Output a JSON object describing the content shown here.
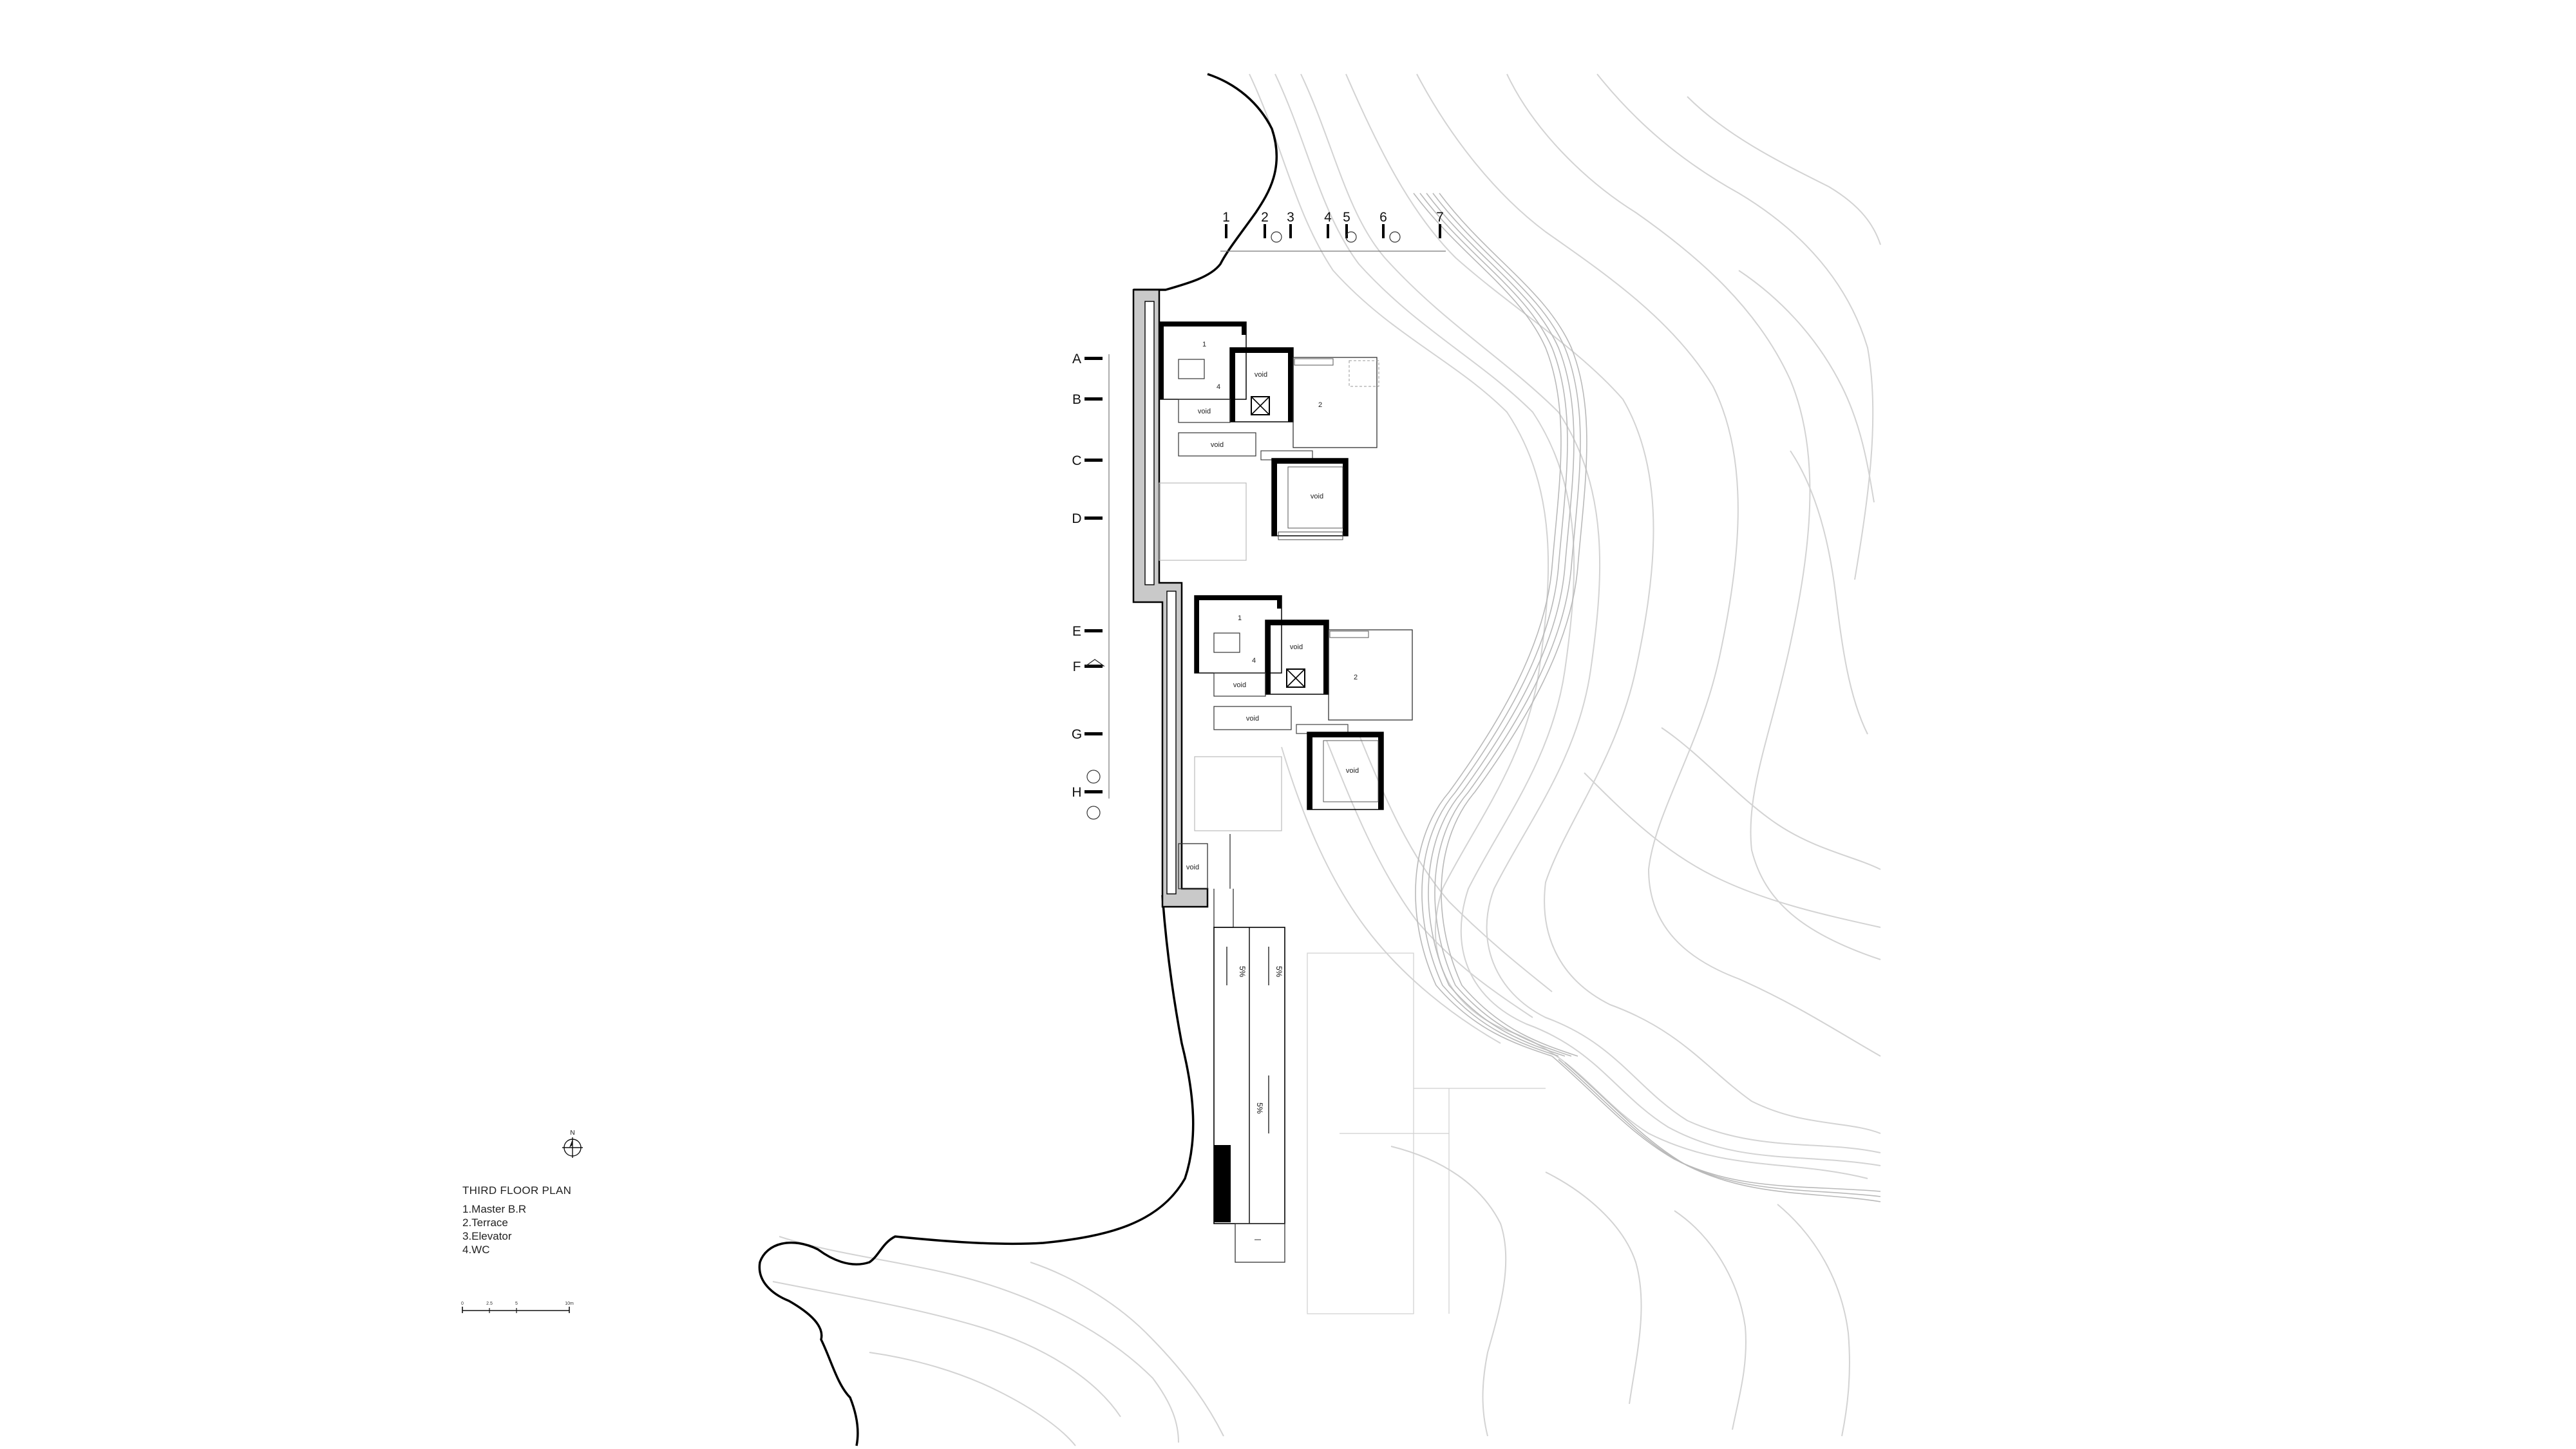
{
  "plan": {
    "title": "THIRD FLOOR PLAN",
    "legend_items": [
      {
        "label": "1.Master B.R"
      },
      {
        "label": "2.Terrace"
      },
      {
        "label": "3.Elevator"
      },
      {
        "label": "4.WC"
      }
    ],
    "grid_columns": [
      "1",
      "2",
      "3",
      "4",
      "5",
      "6",
      "7"
    ],
    "grid_rows": [
      "A",
      "B",
      "C",
      "D",
      "E",
      "F",
      "G",
      "H"
    ],
    "room_labels": {
      "void": "void",
      "room_1": "1",
      "room_2": "2",
      "room_4": "4"
    },
    "slope_labels": [
      "5%",
      "5%",
      "5%"
    ],
    "north_label": "N",
    "scale_ticks": [
      "0",
      "2.5",
      "5",
      "10m"
    ]
  },
  "colors": {
    "ink": "#111111",
    "contour": "#cfcfcf",
    "wall": "#000000",
    "hatch": "#bdbdbd"
  }
}
